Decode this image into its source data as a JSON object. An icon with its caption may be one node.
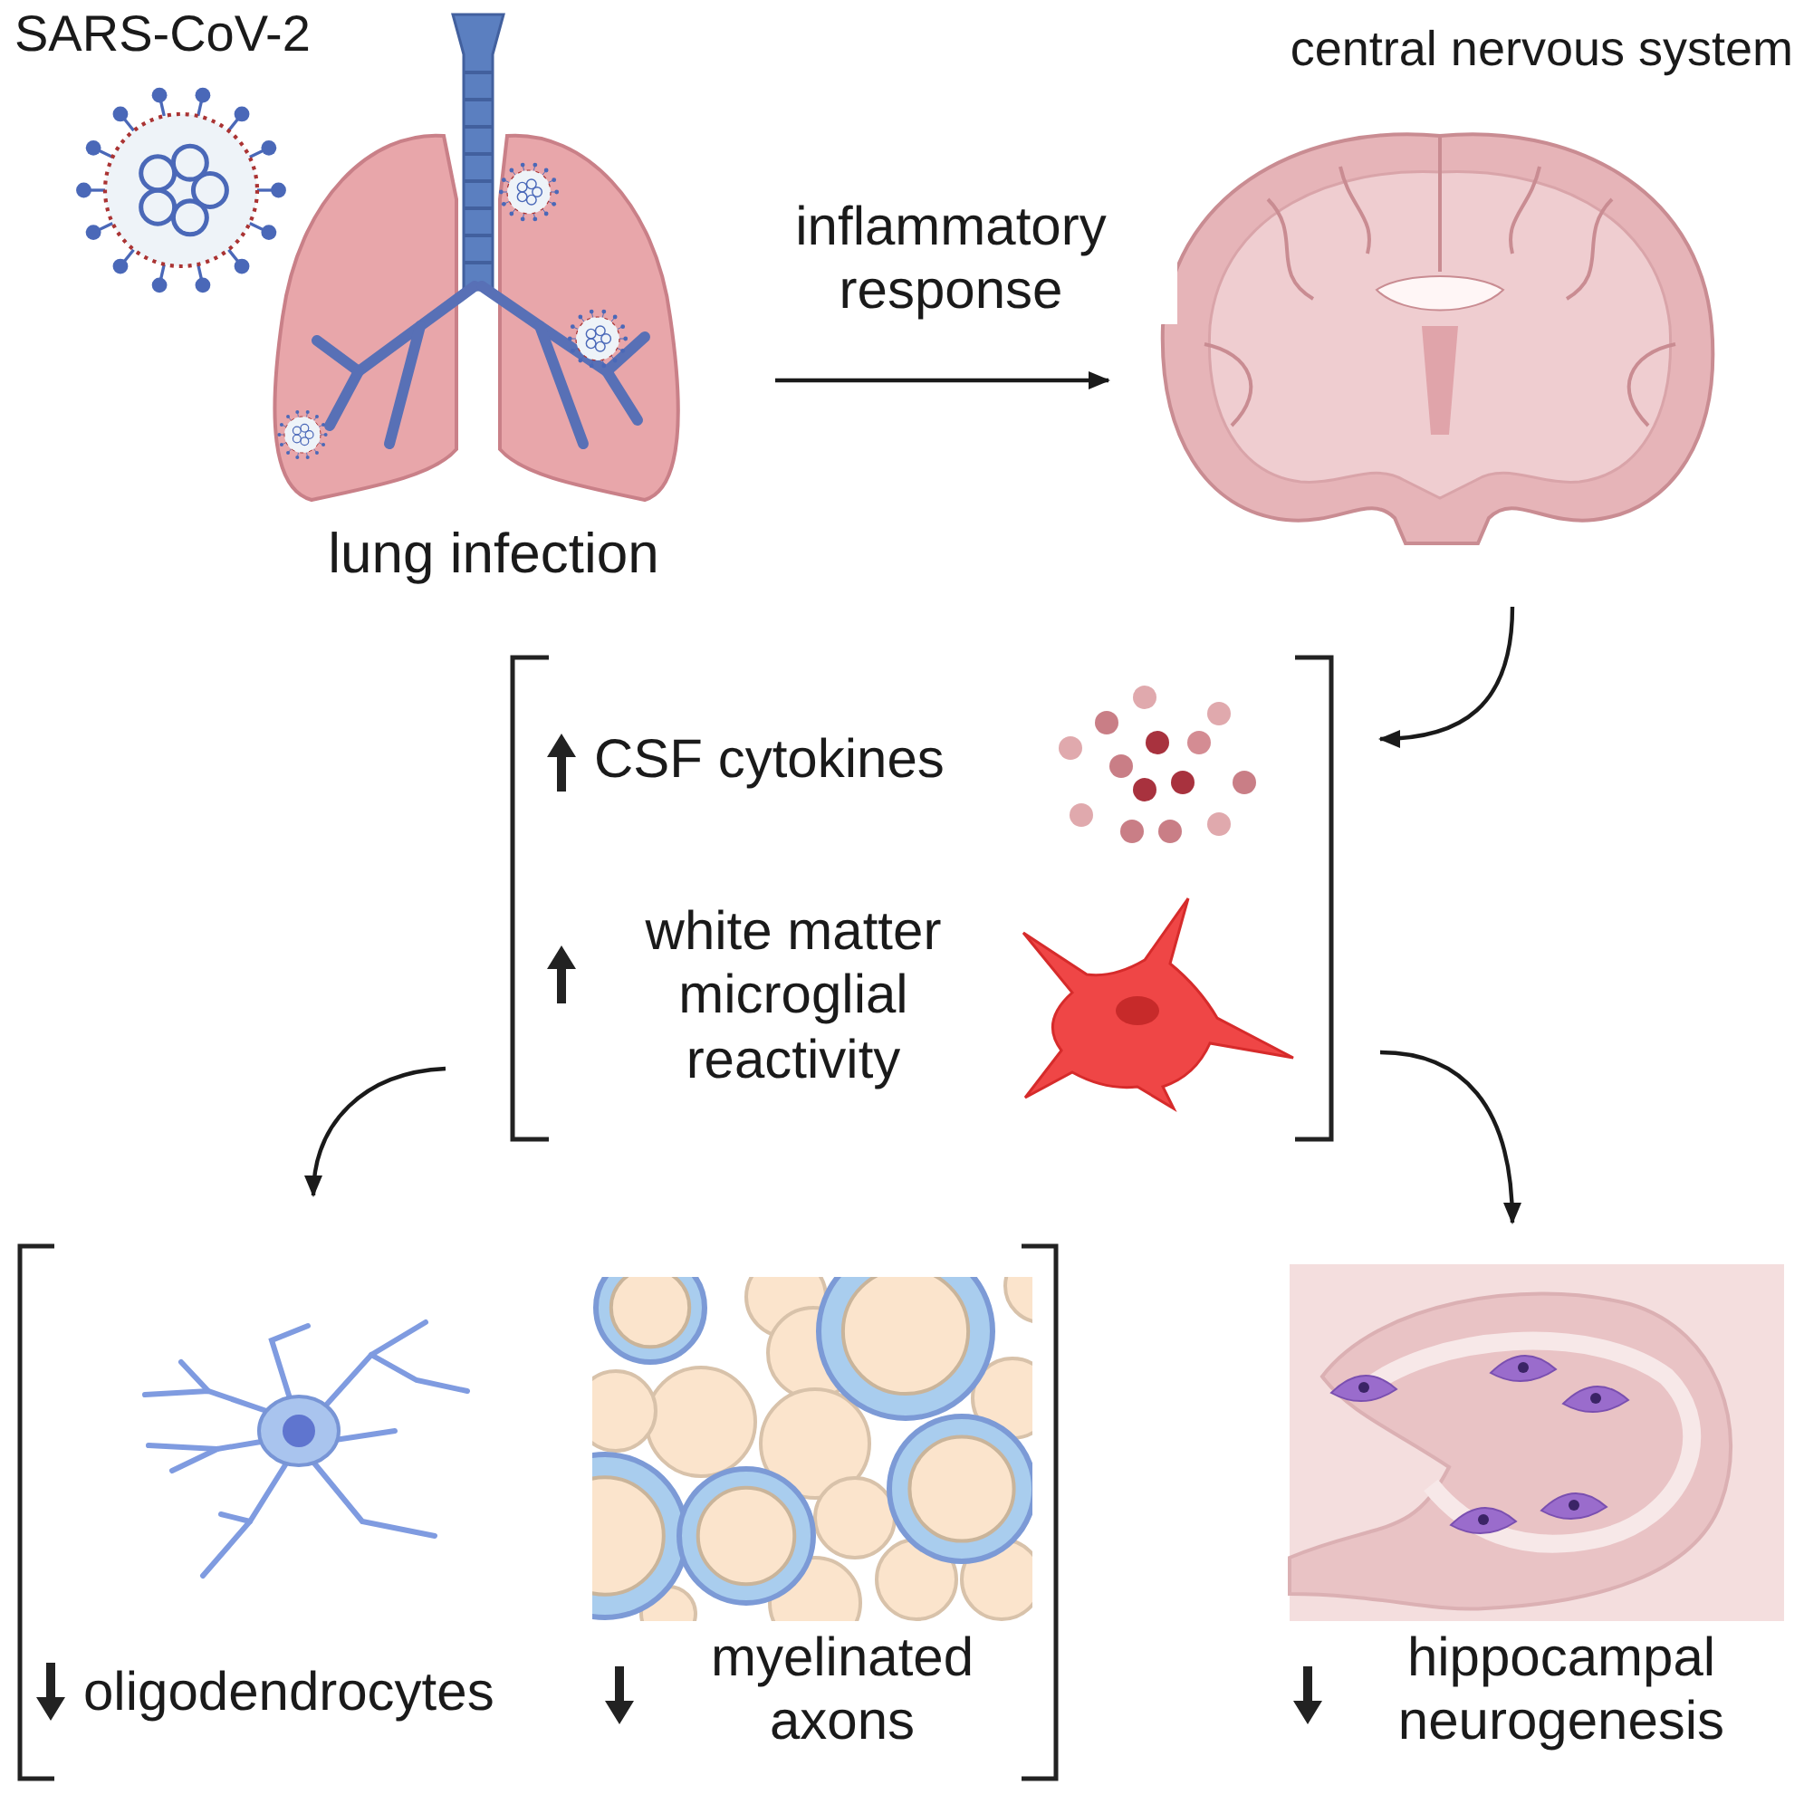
{
  "diagram": {
    "nodes": [
      {
        "text": [
          "SARS-CoV-2",
          "lung infection"
        ]
      },
      {
        "text": [
          "central nervous system"
        ]
      },
      {
        "text": [
          "CSF cytokines",
          "white matter microglial reactivity"
        ]
      },
      {
        "text": [
          "oligodendrocytes",
          "myelinated axons"
        ]
      },
      {
        "text": [
          "hippocampal neurogenesis"
        ]
      }
    ],
    "edges": [
      {
        "from": 0,
        "to": 1,
        "arrow": "to",
        "label": "inflammatory response"
      },
      {
        "from": 1,
        "to": 2,
        "arrow": "to"
      },
      {
        "from": 2,
        "to": 3,
        "arrow": "to"
      },
      {
        "from": 2,
        "to": 4,
        "arrow": "to"
      }
    ]
  }
}
